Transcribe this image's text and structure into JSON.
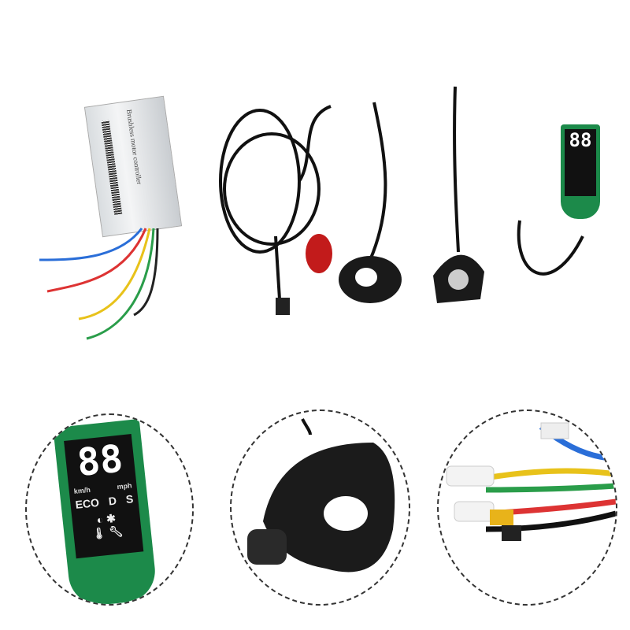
{
  "controller": {
    "label": "Brushless motor controller"
  },
  "display": {
    "digits": "88",
    "unit_kmh": "km/h",
    "unit_mph": "mph",
    "mode_eco": "ECO",
    "mode_d": "D",
    "mode_s": "S"
  }
}
